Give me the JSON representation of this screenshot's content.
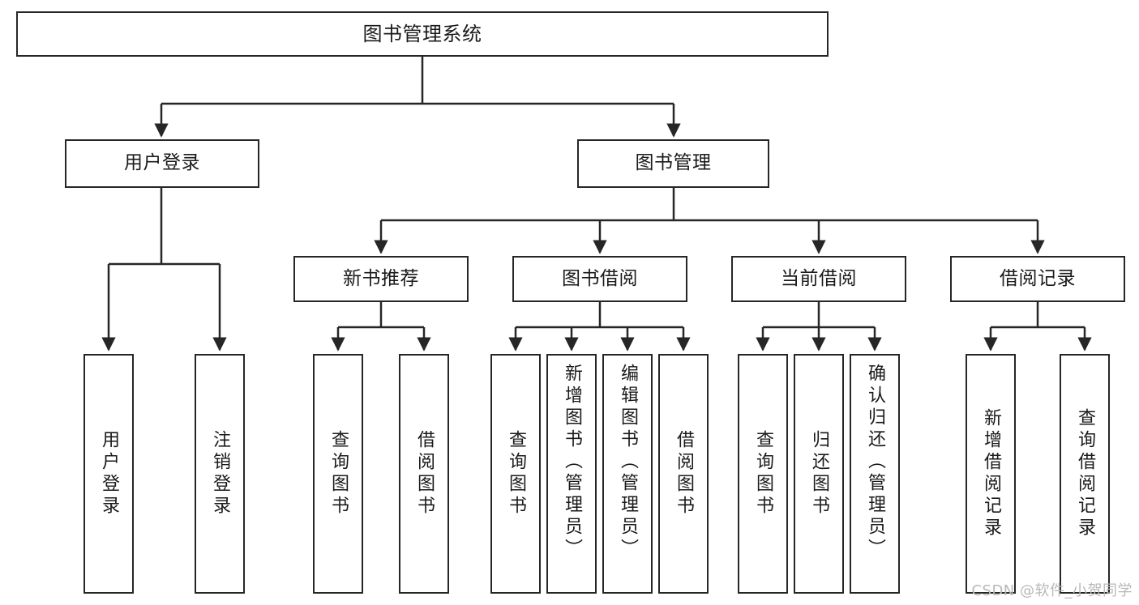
{
  "diagram": {
    "title_node": {
      "label": "图书管理系统"
    },
    "level1": [
      {
        "label": "用户登录"
      },
      {
        "label": "图书管理"
      }
    ],
    "level2": [
      {
        "label": "新书推荐"
      },
      {
        "label": "图书借阅"
      },
      {
        "label": "当前借阅"
      },
      {
        "label": "借阅记录"
      }
    ],
    "leaves": {
      "user_login": [
        {
          "label": "用户登录"
        },
        {
          "label": "注销登录"
        }
      ],
      "new_book_recommend": [
        {
          "label": "查询图书"
        },
        {
          "label": "借阅图书"
        }
      ],
      "book_borrow": [
        {
          "label": "查询图书"
        },
        {
          "label": "新增图书（管理员）"
        },
        {
          "label": "编辑图书（管理员）"
        },
        {
          "label": "借阅图书"
        }
      ],
      "current_borrow": [
        {
          "label": "查询图书"
        },
        {
          "label": "归还图书"
        },
        {
          "label": "确认归还（管理员）"
        }
      ],
      "borrow_records": [
        {
          "label": "新增借阅记录"
        },
        {
          "label": "查询借阅记录"
        }
      ]
    }
  },
  "watermark": {
    "text": "CSDN @软件_小贺同学"
  },
  "colors": {
    "border": "#262626",
    "text": "#1a1a1a",
    "background": "#ffffff",
    "watermark": "#b8b8b8"
  }
}
